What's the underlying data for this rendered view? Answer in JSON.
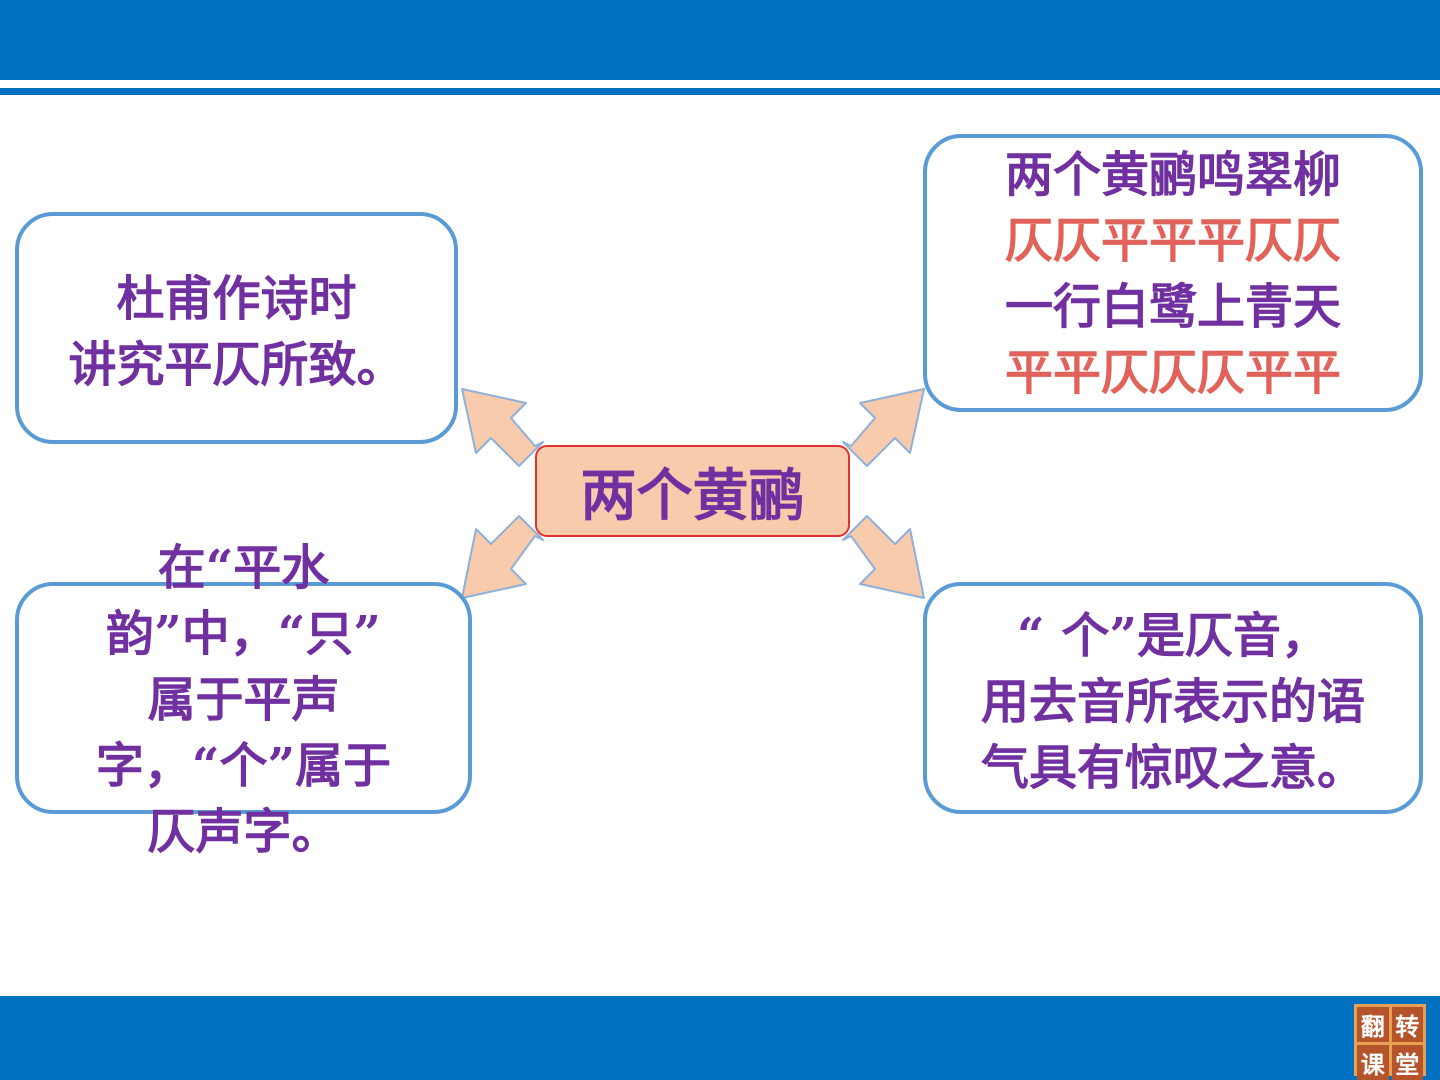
{
  "center": {
    "label": "两个黄鹂"
  },
  "top_left": {
    "lines": [
      "杜甫作诗时",
      "讲究平仄所致。"
    ]
  },
  "top_right": {
    "lines": [
      "两个黄鹂鸣翠柳",
      "仄仄平平平仄仄",
      "一行白鹭上青天",
      "平平仄仄仄平平"
    ]
  },
  "bottom_left": {
    "lines": [
      "在“平水",
      "韵”中，“只”",
      "属于平声",
      "字，“个”属于",
      "仄声字。"
    ]
  },
  "bottom_right": {
    "lines": [
      "“ 个”是仄音，",
      "用去音所表示的语",
      "气具有惊叹之意。"
    ]
  },
  "logo": {
    "chars": [
      "翻",
      "转",
      "课",
      "堂"
    ]
  },
  "colors": {
    "header": "#0070c0",
    "box_border": "#5b9bd5",
    "text": "#7030a0",
    "tone_text": "#e0625a",
    "center_fill": "#f8cbad",
    "arrow_fill": "#f8cbad"
  }
}
